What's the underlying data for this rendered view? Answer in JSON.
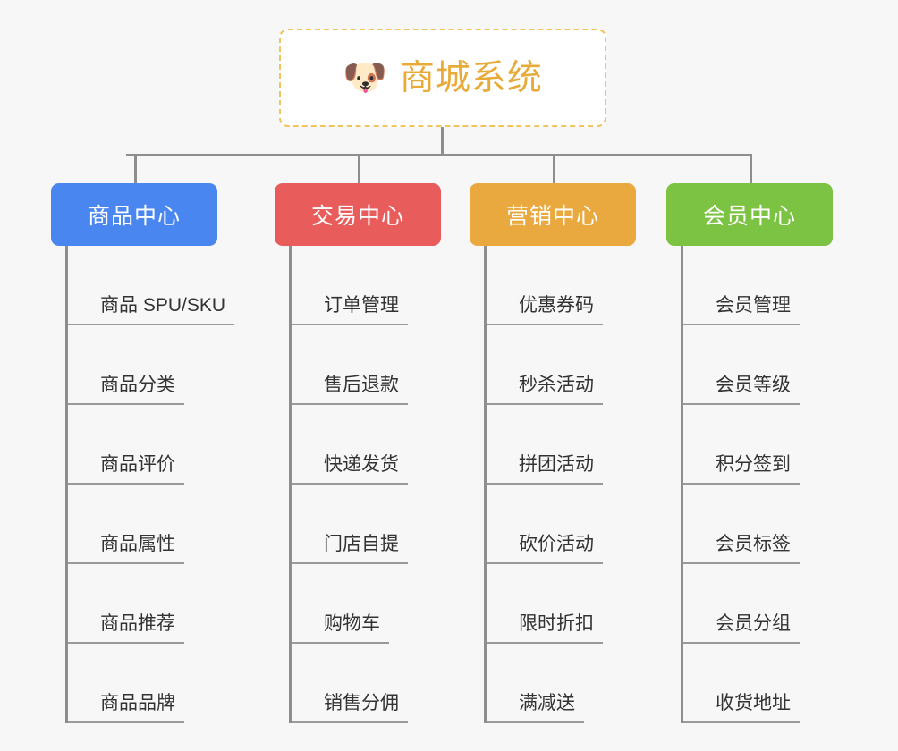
{
  "page": {
    "background_color": "#f7f7f7",
    "connector_color": "#8e8e8e",
    "leaf_text_color": "#333333",
    "leaf_underline_color": "#9a9a9a"
  },
  "root": {
    "icon": "shiba-dog-face-icon",
    "icon_glyph": "🐶",
    "title": "商城系统",
    "title_color": "#e8ab3a",
    "border_color": "#f2c55c",
    "background_color": "#ffffff",
    "border_style": "dashed"
  },
  "categories": [
    {
      "id": "product-center",
      "label": "商品中心",
      "color": "#4a86ef",
      "items": [
        "商品 SPU/SKU",
        "商品分类",
        "商品评价",
        "商品属性",
        "商品推荐",
        "商品品牌"
      ]
    },
    {
      "id": "trade-center",
      "label": "交易中心",
      "color": "#e85c5c",
      "items": [
        "订单管理",
        "售后退款",
        "快递发货",
        "门店自提",
        "购物车",
        "销售分佣"
      ]
    },
    {
      "id": "marketing-center",
      "label": "营销中心",
      "color": "#eaa93f",
      "items": [
        "优惠券码",
        "秒杀活动",
        "拼团活动",
        "砍价活动",
        "限时折扣",
        "满减送"
      ]
    },
    {
      "id": "member-center",
      "label": "会员中心",
      "color": "#7cc243",
      "items": [
        "会员管理",
        "会员等级",
        "积分签到",
        "会员标签",
        "会员分组",
        "收货地址"
      ]
    }
  ]
}
